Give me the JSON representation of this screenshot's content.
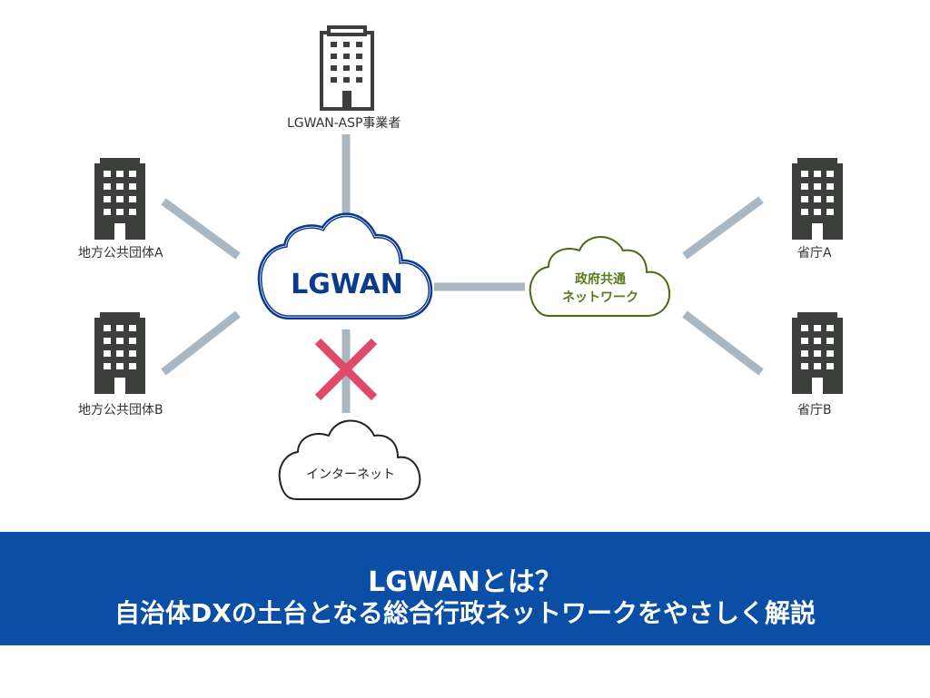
{
  "nodes": {
    "asp": {
      "label": "LGWAN-ASP事業者"
    },
    "local_a": {
      "label": "地方公共団体A"
    },
    "local_b": {
      "label": "地方公共団体B"
    },
    "ministry_a": {
      "label": "省庁A"
    },
    "ministry_b": {
      "label": "省庁B"
    }
  },
  "clouds": {
    "lgwan": {
      "label": "LGWAN",
      "color": "#0a3a8c"
    },
    "gov": {
      "line1": "政府共通",
      "line2": "ネットワーク",
      "color": "#5a7a1a"
    },
    "internet": {
      "label": "インターネット"
    }
  },
  "colors": {
    "connector": "#a9b7c2",
    "building": "#3d3f3c",
    "cross": "#e04a6a",
    "banner": "#0a4ea5"
  },
  "banner": {
    "line1": "LGWANとは？",
    "line2": "自治体DXの土台となる総合行政ネットワークをやさしく解説"
  }
}
